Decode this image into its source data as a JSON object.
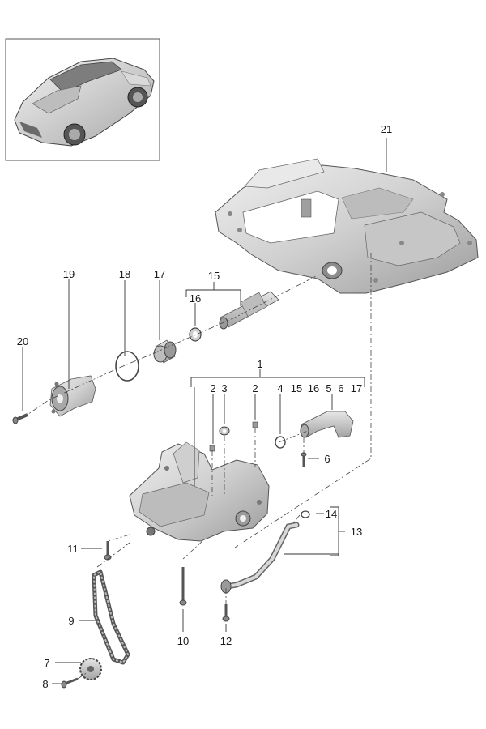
{
  "thumbnail": {
    "icon": "porsche-911-car-icon"
  },
  "callouts": {
    "c1": "1",
    "c2a": "2",
    "c2b": "2",
    "c3": "3",
    "c4": "4",
    "c5": "5",
    "c6a": "6",
    "c6b": "6",
    "c7": "7",
    "c8": "8",
    "c9": "9",
    "c10": "10",
    "c11": "11",
    "c12": "12",
    "c13": "13",
    "c14": "14",
    "c15a": "15",
    "c15b": "15",
    "c16a": "16",
    "c16b": "16",
    "c17a": "17",
    "c17b": "17",
    "c18": "18",
    "c19": "19",
    "c20": "20",
    "c21": "21"
  },
  "colors": {
    "part_fill": "#d4d4d4",
    "part_dark": "#9a9a9a",
    "line": "#333333"
  }
}
